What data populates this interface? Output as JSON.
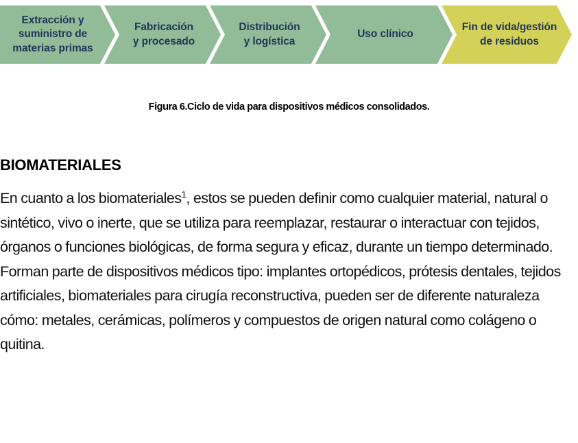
{
  "diagram": {
    "name": "lifecycle-chevron-flow",
    "stages": [
      {
        "label": "Extracción y\nsuministro de\nmaterias primas",
        "color": "#92bc97",
        "text_color": "#1f3558"
      },
      {
        "label": "Fabricación\ny procesado",
        "color": "#92bc97",
        "text_color": "#1f3558"
      },
      {
        "label": "Distribución\ny logística",
        "color": "#92bc97",
        "text_color": "#1f3558"
      },
      {
        "label": "Uso clínico",
        "color": "#92bc97",
        "text_color": "#1f3558"
      },
      {
        "label": "Fin de vida/gestión\nde residuos",
        "color": "#d4d159",
        "text_color": "#1f3558"
      }
    ]
  },
  "figure": {
    "caption": "Figura 6.Ciclo de vida para dispositivos médicos consolidados."
  },
  "content": {
    "heading": "BIOMATERIALES",
    "paragraph_part1": "En cuanto a los biomateriales",
    "paragraph_footnote": "1",
    "paragraph_part2": ", estos se pueden definir como cualquier material, natural o sintético, vivo o inerte, que se utiliza para reemplazar, restaurar o interactuar con tejidos, órganos o funciones biológicas, de forma segura y eficaz, durante un tiempo determinado. Forman parte de dispositivos médicos tipo: implantes ortopédicos, prótesis dentales, tejidos artificiales, biomateriales para cirugía reconstructiva, pueden ser de diferente naturaleza cómo: metales, cerámicas, polímeros y compuestos de origen natural como colágeno o quitina."
  }
}
